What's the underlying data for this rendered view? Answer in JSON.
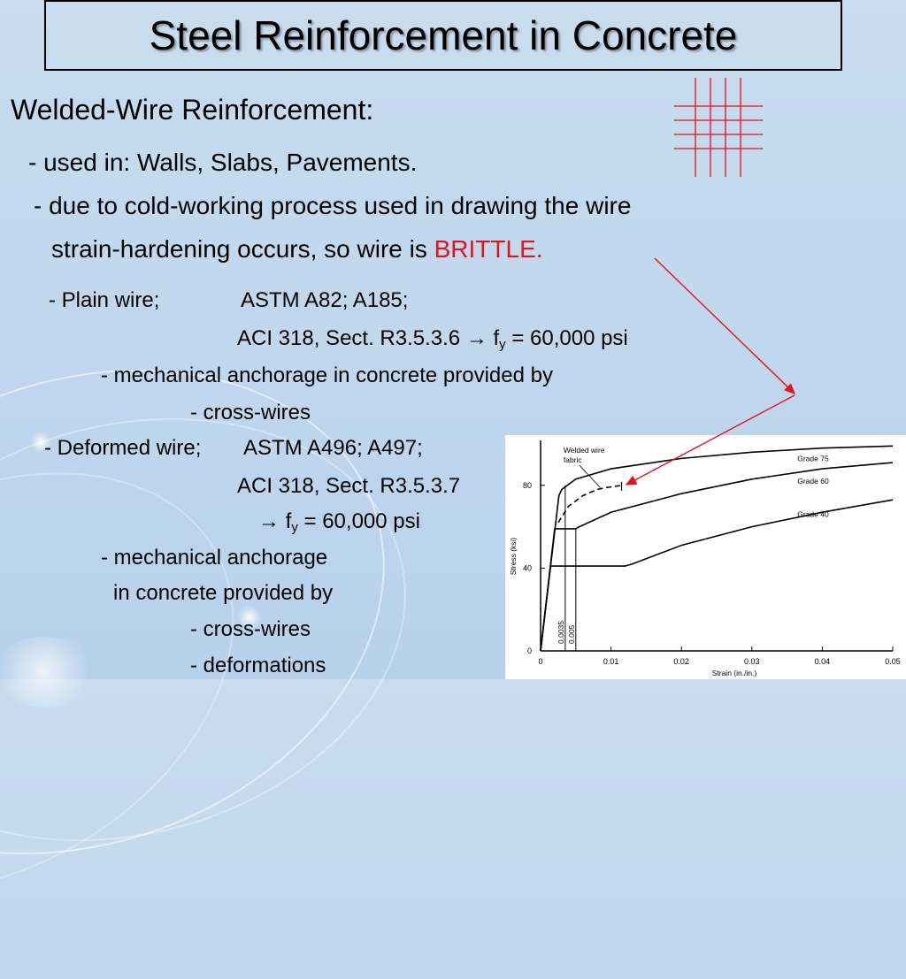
{
  "slide": {
    "title": "Steel Reinforcement in Concrete",
    "heading": "Welded-Wire Reinforcement:",
    "used_in": "- used in: Walls, Slabs, Pavements.",
    "cold_working": "- due to cold-working process used in drawing the wire",
    "strain_hardening": "strain-hardening occurs, so wire is",
    "brittle": "BRITTLE.",
    "plain_wire": {
      "label": "- Plain wire;",
      "astm": "ASTM A82; A185;",
      "aci_prefix": "ACI 318, Sect. R3.5.3.6",
      "arrow": "→",
      "f": "f",
      "sub_y": "y",
      "fy_value": "= 60,000 psi",
      "anchorage": "- mechanical anchorage in concrete provided by",
      "cross_wires": "- cross-wires"
    },
    "deformed_wire": {
      "label": "- Deformed wire;",
      "astm": "ASTM A496; A497;",
      "aci": "ACI 318, Sect. R3.5.3.7",
      "arrow": "→",
      "f": "f",
      "sub_y": "y",
      "fy_value": "= 60,000 psi",
      "anchorage_1": "- mechanical anchorage",
      "anchorage_2": "in concrete provided by",
      "cross_wires": "- cross-wires",
      "deformations": "- deformations"
    },
    "colors": {
      "accent_red": "#e8101a",
      "background": "#c7dcee"
    },
    "mesh_icon": "welded-wire-mesh-icon"
  },
  "chart_data": {
    "type": "line",
    "xlabel": "Strain (in./in.)",
    "ylabel": "Stress (ksi)",
    "xlim": [
      0,
      0.05
    ],
    "ylim": [
      0,
      100
    ],
    "x_ticks": [
      "0",
      "0.01",
      "0.02",
      "0.03",
      "0.04",
      "0.05"
    ],
    "x_tick_values": [
      0,
      0.01,
      0.02,
      0.03,
      0.04,
      0.05
    ],
    "y_ticks": [
      "0",
      "40",
      "80"
    ],
    "y_tick_values": [
      0,
      40,
      80
    ],
    "strain_markers": [
      "0.0035",
      "0.005"
    ],
    "strain_marker_values": [
      0.0035,
      0.005
    ],
    "annotation_1": "Welded wire",
    "annotation_2": "fabric",
    "series": [
      {
        "name": "Grade 75",
        "points": [
          [
            0,
            0
          ],
          [
            0.0026,
            75
          ],
          [
            0.003,
            78
          ],
          [
            0.005,
            83
          ],
          [
            0.01,
            88
          ],
          [
            0.02,
            93
          ],
          [
            0.03,
            96
          ],
          [
            0.04,
            98
          ],
          [
            0.05,
            99
          ]
        ]
      },
      {
        "name": "Grade 60",
        "points": [
          [
            0,
            0
          ],
          [
            0.002,
            59
          ],
          [
            0.005,
            59
          ],
          [
            0.0055,
            60
          ],
          [
            0.01,
            67
          ],
          [
            0.02,
            76
          ],
          [
            0.03,
            83
          ],
          [
            0.04,
            88
          ],
          [
            0.05,
            91
          ]
        ]
      },
      {
        "name": "Grade 40",
        "points": [
          [
            0,
            0
          ],
          [
            0.0014,
            41
          ],
          [
            0.012,
            41
          ],
          [
            0.013,
            42
          ],
          [
            0.02,
            51
          ],
          [
            0.03,
            60
          ],
          [
            0.04,
            67
          ],
          [
            0.05,
            73
          ]
        ]
      },
      {
        "name": "Welded wire fabric",
        "points": [
          [
            0.0025,
            62
          ],
          [
            0.004,
            70
          ],
          [
            0.006,
            75
          ],
          [
            0.008,
            78
          ],
          [
            0.0095,
            79
          ],
          [
            0.0115,
            80
          ]
        ]
      }
    ]
  }
}
